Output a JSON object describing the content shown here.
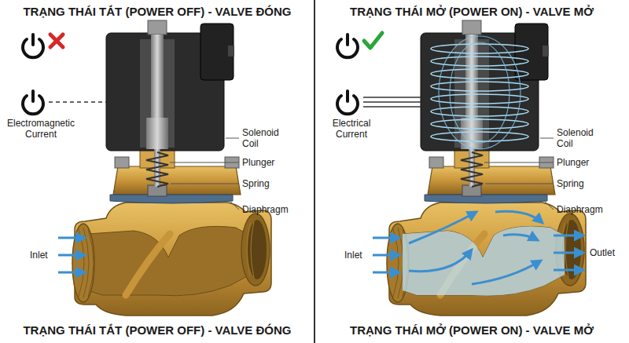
{
  "diagram": {
    "labels": [
      "TRẠNG THÁI TẮT (POWER OFF) - VALVE ĐÓNG",
      "Electromagnetic Current",
      "Solenoid Coil",
      "Plunger",
      "Spring",
      "Diaphragm",
      "Inlet",
      "TRẠNG THÁI TẮT (POWER OFF) - VALVE ĐÓNG",
      "TRẠNG THÁI MỞ (POWER ON) - VALVE MỞ",
      "Electrical Current",
      "Solenoid Coil",
      "Plunger",
      "Spring",
      "Diaphragm",
      "Inlet",
      "Outlet",
      "TRẠNG THÁI MỞ (POWER ON) - VALVE MỞ"
    ]
  }
}
